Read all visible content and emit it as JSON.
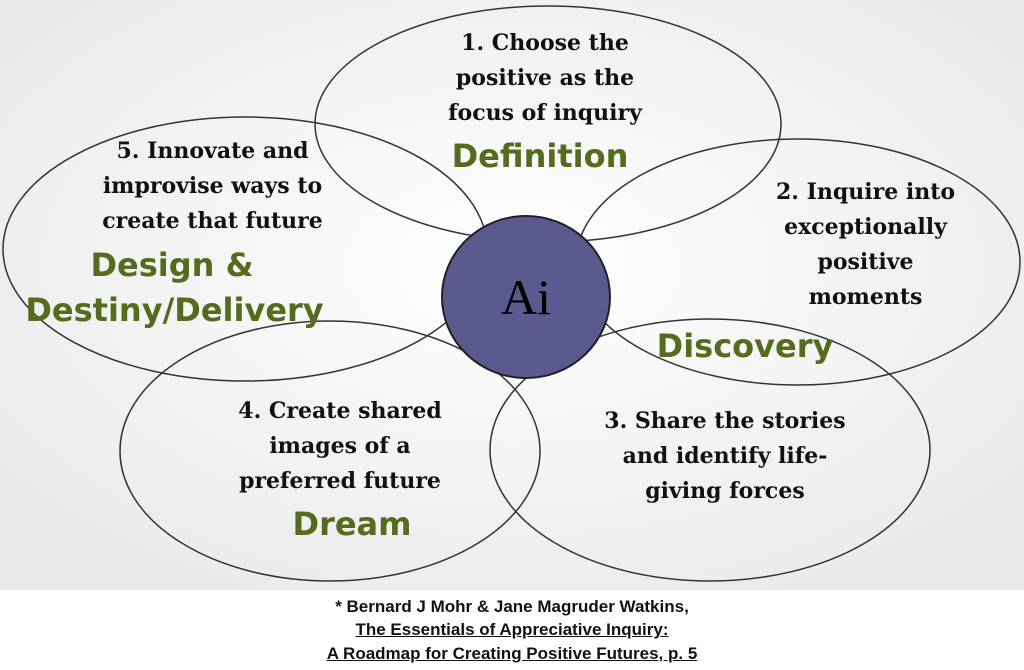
{
  "center": {
    "label": "Ai",
    "fill": "#5b5a8f"
  },
  "steps": {
    "s1": [
      "1. Choose the",
      "positive as the",
      "focus of inquiry"
    ],
    "s2": [
      "2. Inquire into",
      "exceptionally",
      "positive",
      "moments"
    ],
    "s3": [
      "3. Share the stories",
      "and identify life-",
      "giving forces"
    ],
    "s4": [
      "4. Create shared",
      "images of a",
      "preferred future"
    ],
    "s5": [
      "5. Innovate and",
      "improvise ways to",
      "create that future"
    ]
  },
  "phases": {
    "definition": "Definition",
    "discovery": "Discovery",
    "dream": "Dream",
    "design_line1": "Design &",
    "design_line2": "Destiny/Delivery"
  },
  "phase_color": "#556b1e",
  "citation": {
    "line1": "* Bernard J Mohr & Jane Magruder Watkins,",
    "line2": "The Essentials of Appreciative Inquiry:",
    "line3": "A Roadmap for Creating Positive Futures, p. 5"
  }
}
